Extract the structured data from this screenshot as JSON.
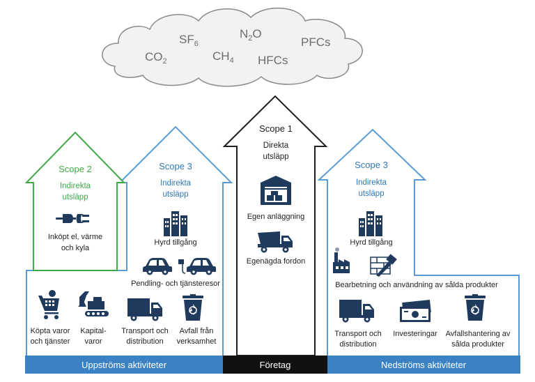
{
  "cloud": {
    "gases": [
      {
        "base": "CO",
        "sub": "2"
      },
      {
        "base": "SF",
        "sub": "6"
      },
      {
        "base": "CH",
        "sub": "4"
      },
      {
        "base": "N",
        "sub": "2",
        "tail": "O"
      },
      {
        "base": "HFCs",
        "sub": ""
      },
      {
        "base": "PFCs",
        "sub": ""
      }
    ]
  },
  "scope2": {
    "title": "Scope 2",
    "subtitle_line1": "Indirekta",
    "subtitle_line2": "utsläpp",
    "item_line1": "Inköpt el, värme",
    "item_line2": "och kyla",
    "icon": "plug-icon"
  },
  "scope3_up": {
    "title": "Scope 3",
    "subtitle_line1": "Indirekta",
    "subtitle_line2": "utsläpp",
    "hired": "Hyrd tillgång",
    "commute": "Pendling- och tjänsteresor"
  },
  "scope1": {
    "title": "Scope 1",
    "subtitle_line1": "Direkta",
    "subtitle_line2": "utsläpp",
    "facility": "Egen anläggning",
    "vehicles": "Egenägda fordon"
  },
  "scope3_down": {
    "title": "Scope 3",
    "subtitle_line1": "Indirekta",
    "subtitle_line2": "utsläpp",
    "hired": "Hyrd tillgång",
    "processing": "Bearbetning och användning av sålda produkter"
  },
  "upstream_items": [
    {
      "line1": "Köpta varor",
      "line2": "och tjänster",
      "icon": "shopping-cart-icon"
    },
    {
      "line1": "Kapital-",
      "line2": "varor",
      "icon": "excavator-icon"
    },
    {
      "line1": "Transport och",
      "line2": "distribution",
      "icon": "truck-icon"
    },
    {
      "line1": "Avfall från",
      "line2": "verksamhet",
      "icon": "recycle-bin-icon"
    }
  ],
  "downstream_items": [
    {
      "line1": "Transport och",
      "line2": "distribution",
      "icon": "truck-icon"
    },
    {
      "line1": "Investeringar",
      "line2": "",
      "icon": "money-icon"
    },
    {
      "line1": "Avfallshantering av",
      "line2": "sålda produkter",
      "icon": "recycle-bin-icon"
    }
  ],
  "footer": {
    "upstream": "Uppströms aktiviteter",
    "company": "Företag",
    "downstream": "Nedströms aktiviteter"
  },
  "colors": {
    "blue": "#2e78b7",
    "green": "#3ea948",
    "dark": "#1f1f1f",
    "bar_blue": "#3a82c4",
    "icon_navy": "#1f3a5c"
  }
}
